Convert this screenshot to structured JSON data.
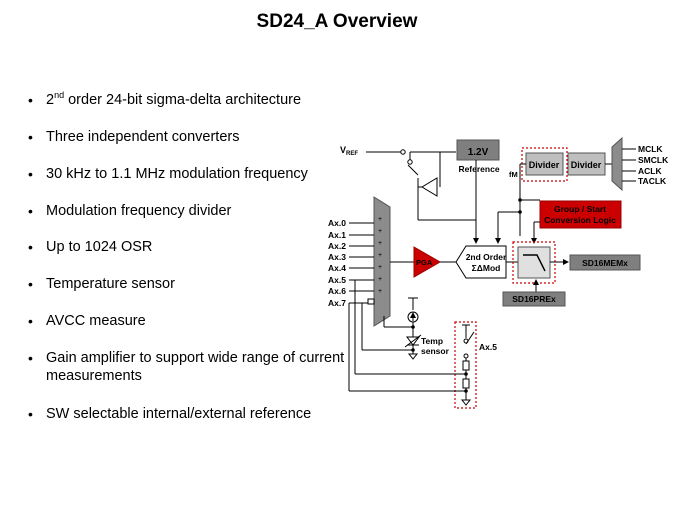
{
  "title": "SD24_A Overview",
  "bullets": [
    {
      "pre": "2",
      "sup": "nd",
      "post": " order 24-bit sigma-delta architecture"
    },
    {
      "text": "Three independent converters"
    },
    {
      "text": "30 kHz to 1.1 MHz modulation frequency"
    },
    {
      "text": "Modulation frequency divider"
    },
    {
      "text": "Up to 1024 OSR"
    },
    {
      "text": "Temperature  sensor"
    },
    {
      "text": "AVCC measure"
    },
    {
      "text": "Gain amplifier to support wide range of current measurements"
    },
    {
      "text": "SW selectable  internal/external reference"
    }
  ],
  "diagram": {
    "vref": {
      "main": "V",
      "sub": "REF"
    },
    "ref_value": "1.2V",
    "reference": "Reference",
    "fm": "fM",
    "divider_1": "Divider",
    "divider_2": "Divider",
    "clocks": [
      "MCLK",
      "SMCLK",
      "ACLK",
      "TACLK"
    ],
    "group_start": [
      "Group / Start",
      "Conversion Logic"
    ],
    "inputs": [
      "Ax.0",
      "Ax.1",
      "Ax.2",
      "Ax.3",
      "Ax.4",
      "Ax.5",
      "Ax.6",
      "Ax.7"
    ],
    "pga": "PGA",
    "modulator": [
      "2nd Order",
      "ΣΔMod"
    ],
    "memory": "SD16MEMx",
    "prescaler": "SD16PREx",
    "temp_sensor": [
      "Temp",
      "sensor"
    ],
    "ax5": "Ax.5",
    "colors": {
      "red": "#cc0000",
      "grey_box": "#7f7f7f",
      "mux": "#8c8c8c"
    }
  }
}
